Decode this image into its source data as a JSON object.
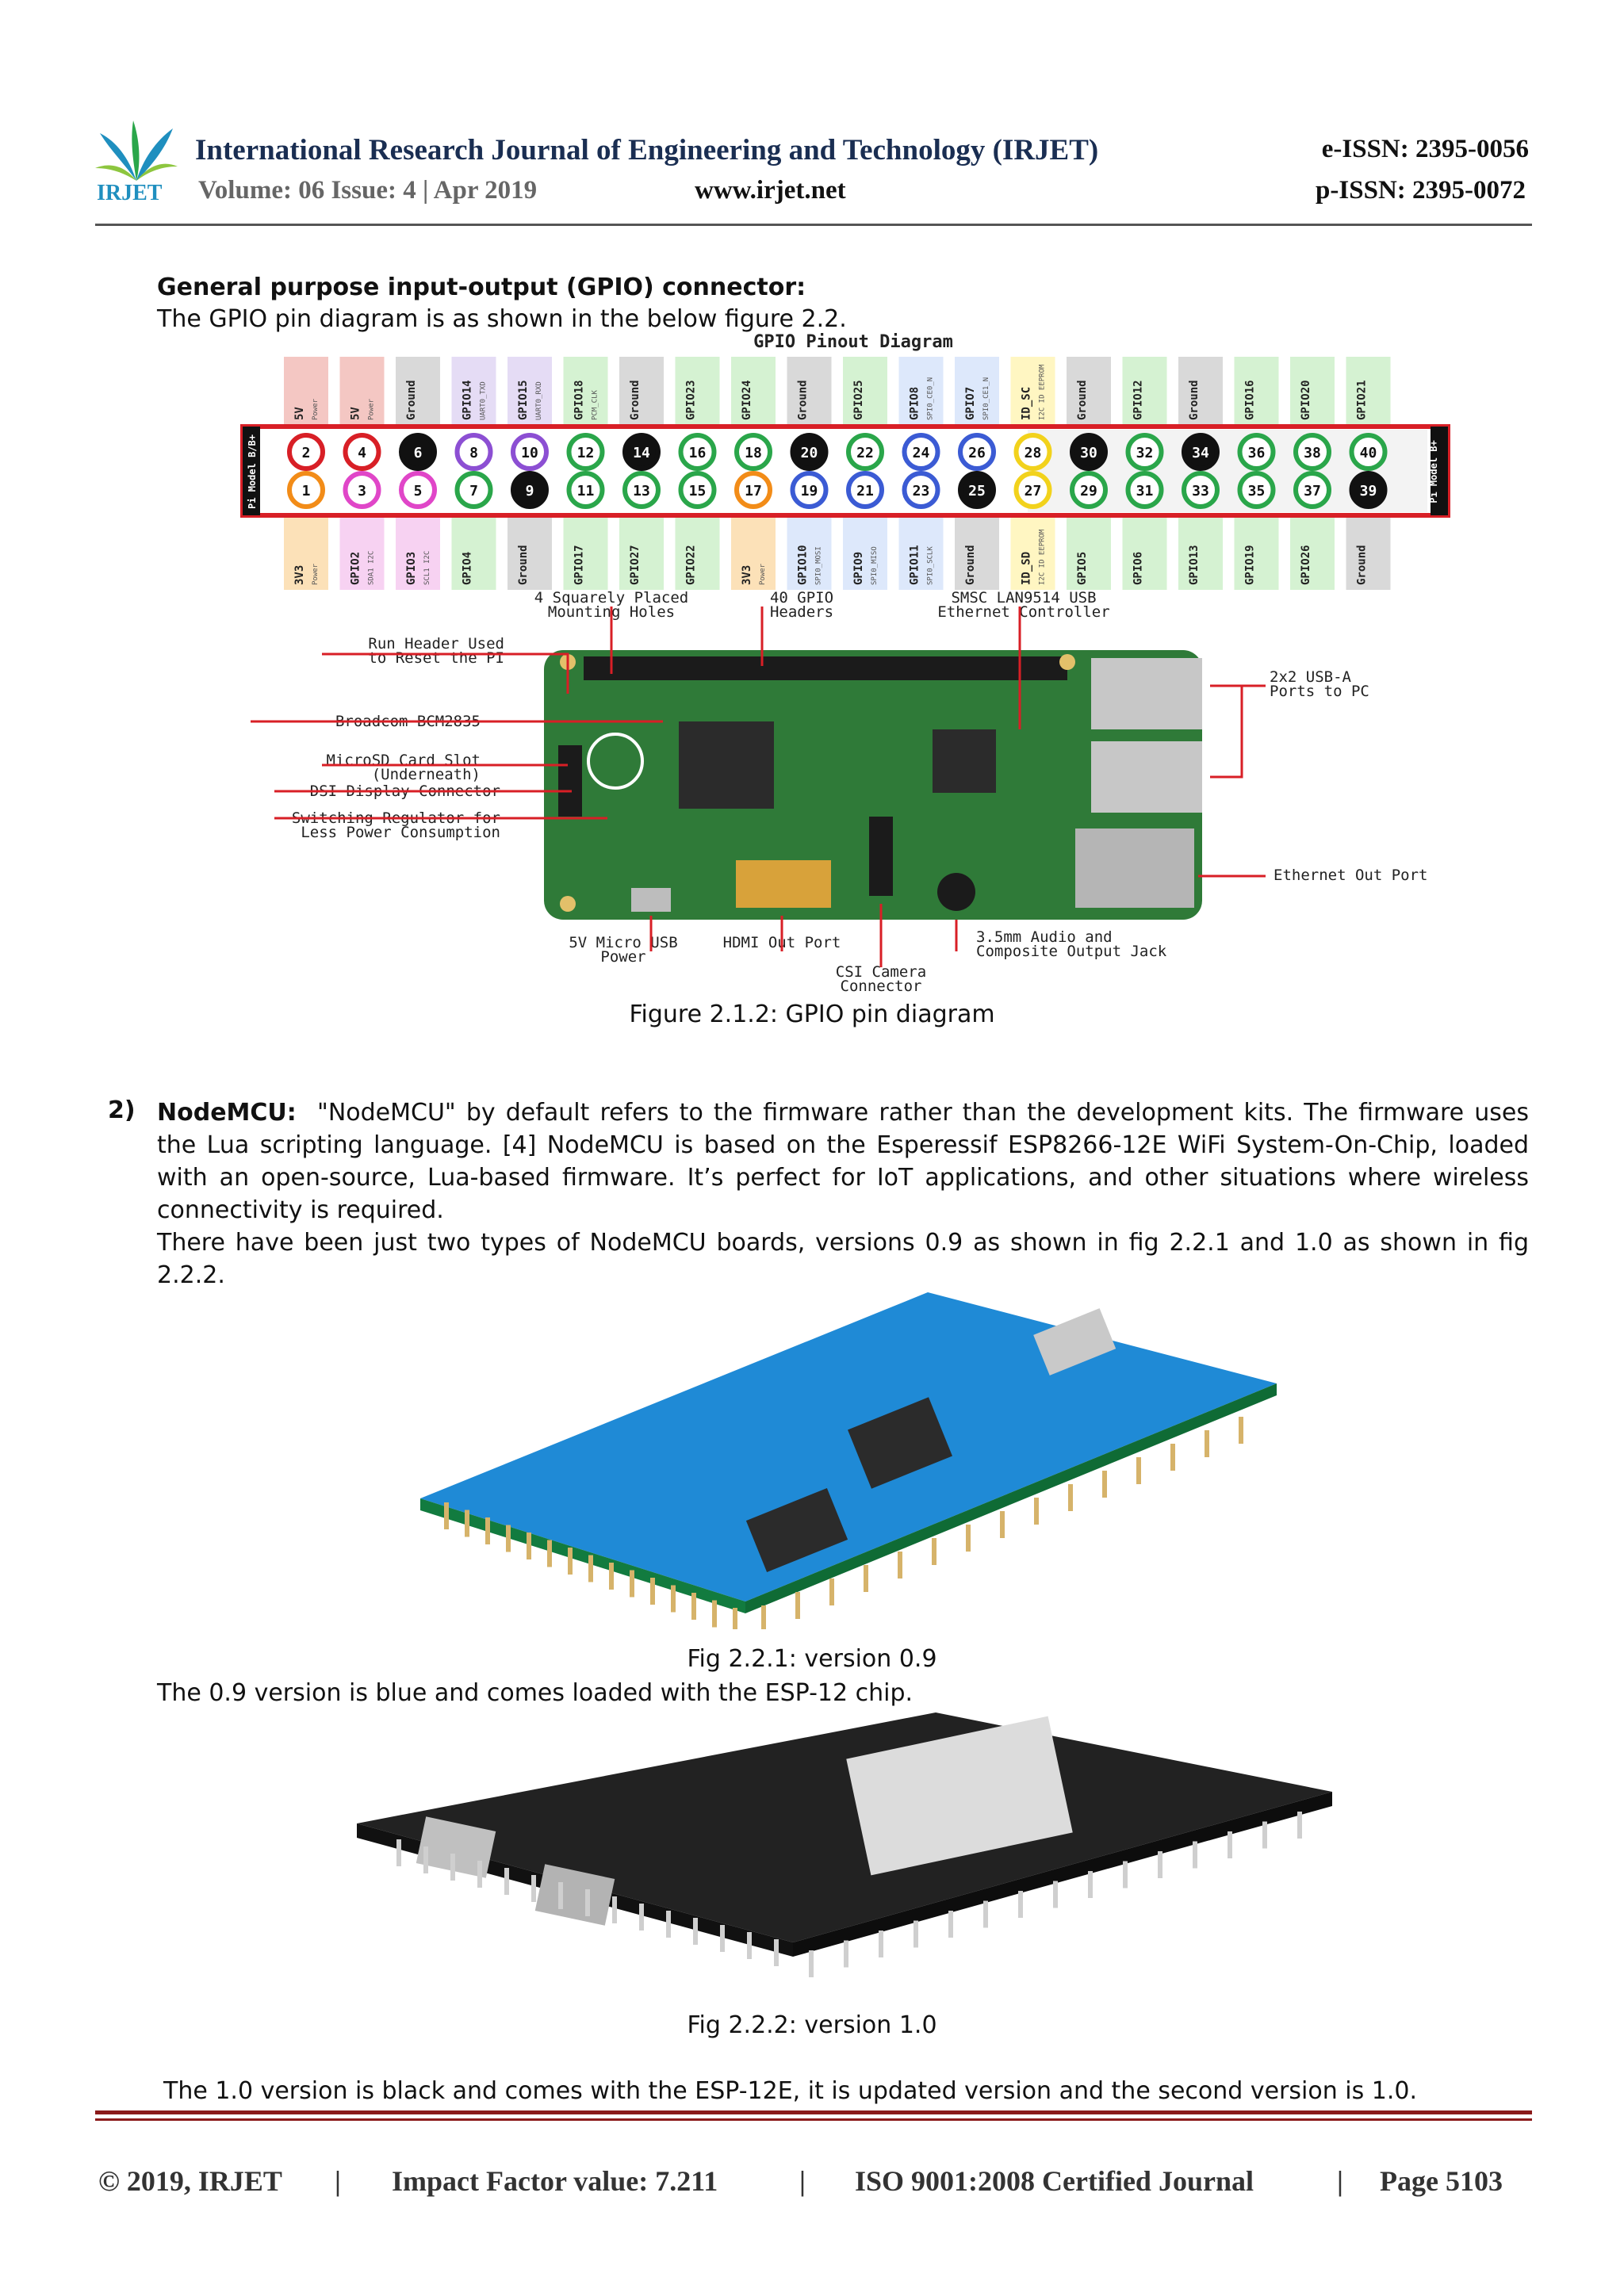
{
  "header": {
    "logo_text": "IRJET",
    "journal_title": "International Research Journal of Engineering and Technology (IRJET)",
    "eissn": "e-ISSN: 2395-0056",
    "volume": "Volume: 06 Issue: 4 | Apr 2019",
    "website": "www.irjet.net",
    "pissn": "p-ISSN: 2395-0072"
  },
  "section": {
    "heading": "General purpose input-output (GPIO) connector:",
    "intro": "The GPIO pin diagram is as shown in the below figure 2.2."
  },
  "gpio_diagram": {
    "title": "GPIO Pinout Diagram",
    "side_label_left": "Pi Model B/B+",
    "side_label_right": "Pi Model B+",
    "top_labels": [
      "5V",
      "5V",
      "Ground",
      "GPIO14",
      "GPIO15",
      "GPIO18",
      "Ground",
      "GPIO23",
      "GPIO24",
      "Ground",
      "GPIO25",
      "GPIO8",
      "GPIO7",
      "ID_SC",
      "Ground",
      "GPIO12",
      "Ground",
      "GPIO16",
      "GPIO20",
      "GPIO21"
    ],
    "top_sublabels": [
      "Power",
      "Power",
      "",
      "UART0_TXD",
      "UART0_RXD",
      "PCM_CLK",
      "",
      "",
      "",
      "",
      "",
      "SPI0_CE0_N",
      "SPI0_CE1_N",
      "I2C ID EEPROM",
      "",
      "",
      "",
      "",
      "",
      ""
    ],
    "bottom_labels": [
      "3V3",
      "GPIO2",
      "GPIO3",
      "GPIO4",
      "Ground",
      "GPIO17",
      "GPIO27",
      "GPIO22",
      "3V3",
      "GPIO10",
      "GPIO9",
      "GPIO11",
      "Ground",
      "ID_SD",
      "GPIO5",
      "GPIO6",
      "GPIO13",
      "GPIO19",
      "GPIO26",
      "Ground"
    ],
    "bottom_sublabels": [
      "Power",
      "SDA1 I2C",
      "SCL1 I2C",
      "",
      "",
      "",
      "",
      "",
      "Power",
      "SPI0_MOSI",
      "SPI0_MISO",
      "SPI0_SCLK",
      "",
      "I2C ID EEPROM",
      "",
      "",
      "",
      "",
      "",
      ""
    ],
    "top_pins": [
      "2",
      "4",
      "6",
      "8",
      "10",
      "12",
      "14",
      "16",
      "18",
      "20",
      "22",
      "24",
      "26",
      "28",
      "30",
      "32",
      "34",
      "36",
      "38",
      "40"
    ],
    "bottom_pins": [
      "1",
      "3",
      "5",
      "7",
      "9",
      "11",
      "13",
      "15",
      "17",
      "19",
      "21",
      "23",
      "25",
      "27",
      "29",
      "31",
      "33",
      "35",
      "37",
      "39"
    ],
    "board_labels": {
      "mounting": "4 Squarely Placed\nMounting Holes",
      "gpio_headers": "40 GPIO\nHeaders",
      "usb_controller": "SMSC LAN9514 USB\nEthernet Controller",
      "run_header": "Run Header Used\nto Reset the PI",
      "usb_a": "2x2 USB-A\nPorts to PC",
      "broadcom": "Broadcom BCM2835",
      "microsd": "MicroSD Card Slot\n(Underneath)",
      "dsi": "DSI Display Connector",
      "regulator": "Switching Regulator for\nLess Power Consumption",
      "ethernet": "Ethernet Out Port",
      "micro_usb": "5V Micro USB\nPower",
      "hdmi": "HDMI Out Port",
      "csi": "CSI Camera\nConnector",
      "audio": "3.5mm Audio and\nComposite Output Jack"
    }
  },
  "captions": {
    "fig_gpio": "Figure 2.1.2: GPIO pin diagram",
    "fig_v09": "Fig 2.2.1: version 0.9",
    "fig_v10": "Fig 2.2.2: version 1.0"
  },
  "nodemcu": {
    "number": "2)",
    "title": "NodeMCU:",
    "para1": "\"NodeMCU\" by default refers to the firmware rather than the development kits. The firmware uses the Lua scripting language. [4] NodeMCU is based on the Esperessif ESP8266-12E WiFi System-On-Chip, loaded with an open-source, Lua-based firmware. It’s perfect for IoT applications, and other situations where wireless connectivity is required.",
    "para2": "There have been just two types of NodeMCU boards, versions 0.9 as shown in fig 2.2.1 and 1.0 as shown in fig 2.2.2.",
    "v09_text": "The 0.9 version is blue and comes loaded with the ESP-12 chip.",
    "v10_text": "The 1.0 version is black and comes with the ESP-12E, it is updated version and the second version is 1.0."
  },
  "footer": {
    "copyright": "© 2019, IRJET",
    "sep": "|",
    "impact": "Impact Factor value: 7.211",
    "iso": "ISO 9001:2008 Certified Journal",
    "page": "Page 5103"
  },
  "colors": {
    "journal_title": "#1a2e52",
    "footer_rule": "#8b1a1a",
    "pin_header_red": "#d81f26",
    "board_green": "#2f7a38",
    "nodemcu_blue": "#1f8ad6",
    "nodemcu_black": "#222222"
  }
}
